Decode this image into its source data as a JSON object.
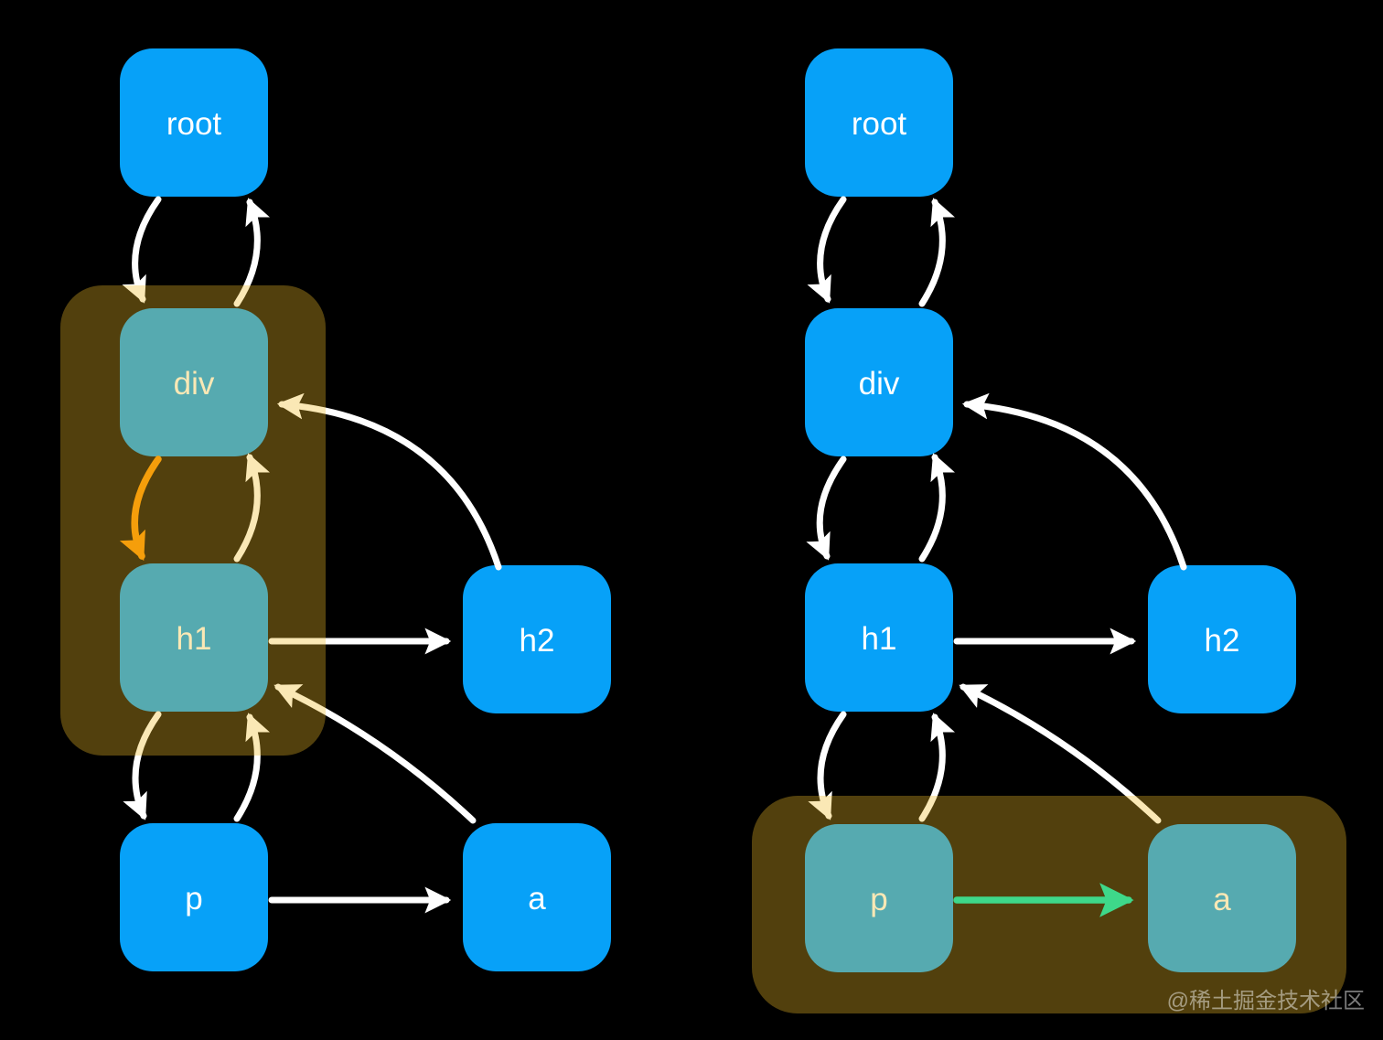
{
  "diagram_title": "fiber-tree-traversal-diagram",
  "left_tree": {
    "nodes": {
      "root": "root",
      "div": "div",
      "h1": "h1",
      "h2": "h2",
      "p": "p",
      "a": "a"
    },
    "highlighted_nodes": "div h1",
    "active_pointer": "div→h1"
  },
  "right_tree": {
    "nodes": {
      "root": "root",
      "div": "div",
      "h1": "h1",
      "h2": "h2",
      "p": "p",
      "a": "a"
    },
    "highlighted_nodes": "p a",
    "active_pointer": "p→a"
  },
  "watermark": "@稀土掘金技术社区",
  "colors": {
    "background": "#000000",
    "node_fill": "#07A1F8",
    "node_text": "#FFFFFF",
    "highlight_overlay": "rgba(241,188,38,0.34)",
    "arrow_white": "#FFFFFF",
    "arrow_orange": "#F59E0B",
    "arrow_green": "#3ED88A",
    "watermark_text": "rgba(255,255,255,0.48)"
  }
}
